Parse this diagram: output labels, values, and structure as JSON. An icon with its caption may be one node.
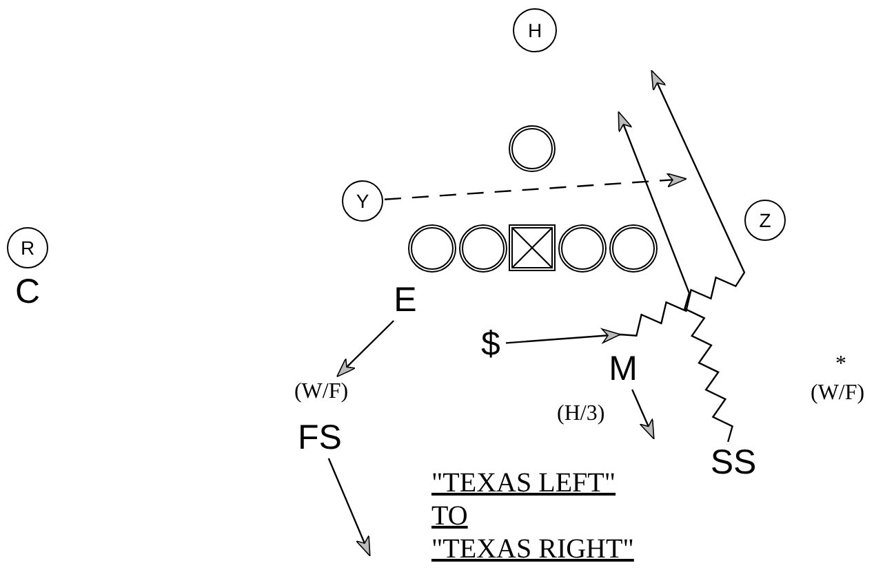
{
  "diagram": {
    "nodes": [
      {
        "text": [
          "H"
        ]
      },
      {
        "text": [],
        "shape": "circle"
      },
      {
        "text": [
          "Y"
        ]
      },
      {
        "text": [
          "Z"
        ]
      },
      {
        "text": [
          "R"
        ]
      },
      {
        "text": [],
        "shape": "circle"
      },
      {
        "text": [],
        "shape": "circle"
      },
      {
        "text": [],
        "shape": "box"
      },
      {
        "text": [],
        "shape": "circle"
      },
      {
        "text": [],
        "shape": "circle"
      },
      {
        "text": [
          "C"
        ]
      },
      {
        "text": [
          "E"
        ]
      },
      {
        "text": [
          "$"
        ]
      },
      {
        "text": [
          "M"
        ]
      },
      {
        "text": [
          "(W/F)"
        ]
      },
      {
        "text": [
          "SS"
        ]
      },
      {
        "text": [
          "FS"
        ]
      }
    ],
    "edges": [
      {
        "from": 2,
        "to": null,
        "arrow": "to",
        "style": "dashed"
      },
      {
        "from": 11,
        "to": 14,
        "arrow": "to"
      },
      {
        "from": 12,
        "to": null,
        "arrow": "to"
      },
      {
        "from": 13,
        "to": null,
        "arrow": "to"
      },
      {
        "from": 15,
        "to": null,
        "arrow": "to"
      },
      {
        "from": 16,
        "to": null,
        "arrow": "to"
      }
    ],
    "labels": [
      "(H/3)",
      "*",
      "(W/F)",
      "\"TEXAS LEFT\"",
      "TO",
      "\"TEXAS RIGHT\""
    ]
  }
}
